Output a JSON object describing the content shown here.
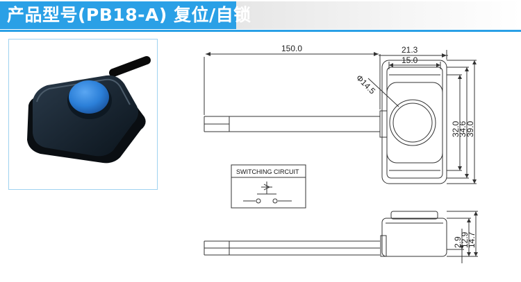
{
  "header": {
    "title": "产品型号(PB18-A) 复位/自锁"
  },
  "top_view": {
    "cable_length": "150.0",
    "width_outer": "21.3",
    "width_inner": "15.0",
    "button_diameter": "Φ14.5",
    "height_a": "32.0",
    "height_b": "34.6",
    "height_c": "39.0"
  },
  "side_view": {
    "h1": "2.9",
    "h2": "12.9",
    "h3": "14.7"
  },
  "circuit": {
    "title": "SWITCHING CIRCUIT"
  },
  "photo": {
    "icon": "push-button-photo",
    "button_color": "#2b7fd8",
    "body_color": "#13202c"
  }
}
